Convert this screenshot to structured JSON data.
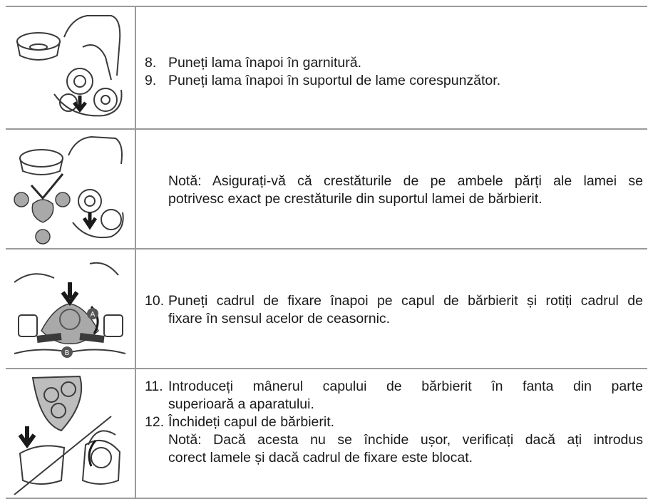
{
  "steps": {
    "s8": {
      "num": "8.",
      "text": "Puneți lama înapoi în garnitură."
    },
    "s9": {
      "num": "9.",
      "text": "Puneți lama înapoi în suportul de lame corespunzător."
    },
    "note1": {
      "line1": "Notă: Asigurați-vă că crestăturile de pe ambele părți ale lamei se",
      "line2": "potrivesc exact pe crestăturile din suportul lamei de bărbierit."
    },
    "s10": {
      "num": "10.",
      "line1": "Puneți cadrul de fixare înapoi pe capul de bărbierit și rotiți cadrul de",
      "line2": "fixare în sensul acelor de ceasornic."
    },
    "s11": {
      "num": "11.",
      "line1": "Introduceți mânerul capului de bărbierit în fanta din parte",
      "line2": "superioară a aparatului."
    },
    "s12": {
      "num": "12.",
      "line1": "Închideți capul de bărbierit.",
      "line2": "Notă: Dacă acesta nu se închide ușor, verificați dacă ați introdus",
      "line3": "corect lamele și dacă cadrul de fixare este blocat."
    }
  },
  "illustrations": {
    "row1": "blade-into-guard-illustration",
    "row2": "blade-notch-alignment-illustration",
    "row3": "retaining-frame-rotate-illustration",
    "row4": "shaving-head-close-illustration",
    "marker_a": "A",
    "marker_b": "B",
    "line_color": "#3a3a3a",
    "fill_color": "#a9a9a9"
  }
}
